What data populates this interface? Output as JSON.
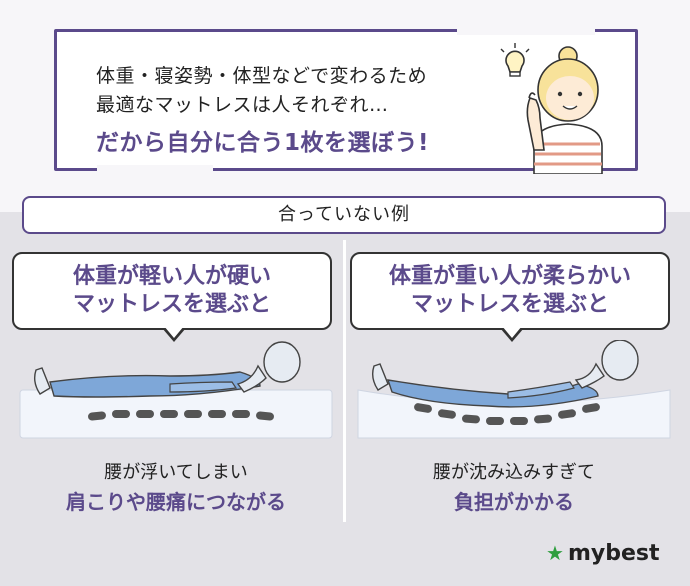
{
  "headline": {
    "line1": "体重・寝姿勢・体型などで変わるため",
    "line2": "最適なマットレスは人それぞれ…",
    "line3": "だから自分に合う1枚を選ぼう!"
  },
  "section_title": "合っていない例",
  "panels": [
    {
      "bubble_line1": "体重が軽い人が硬い",
      "bubble_line2": "マットレスを選ぶと",
      "caption_line1": "腰が浮いてしまい",
      "caption_line2": "肩こりや腰痛につながる"
    },
    {
      "bubble_line1": "体重が重い人が柔らかい",
      "bubble_line2": "マットレスを選ぶと",
      "caption_line1": "腰が沈み込みすぎて",
      "caption_line2": "負担がかかる"
    }
  ],
  "logo": "mybest",
  "colors": {
    "accent": "#5b4a8b",
    "body": "#7ea7d8",
    "head": "#e6ebf2",
    "mattress": "#f2f5fb",
    "pressure_dots": "#555555",
    "logo_star": "#2e9e3e"
  }
}
